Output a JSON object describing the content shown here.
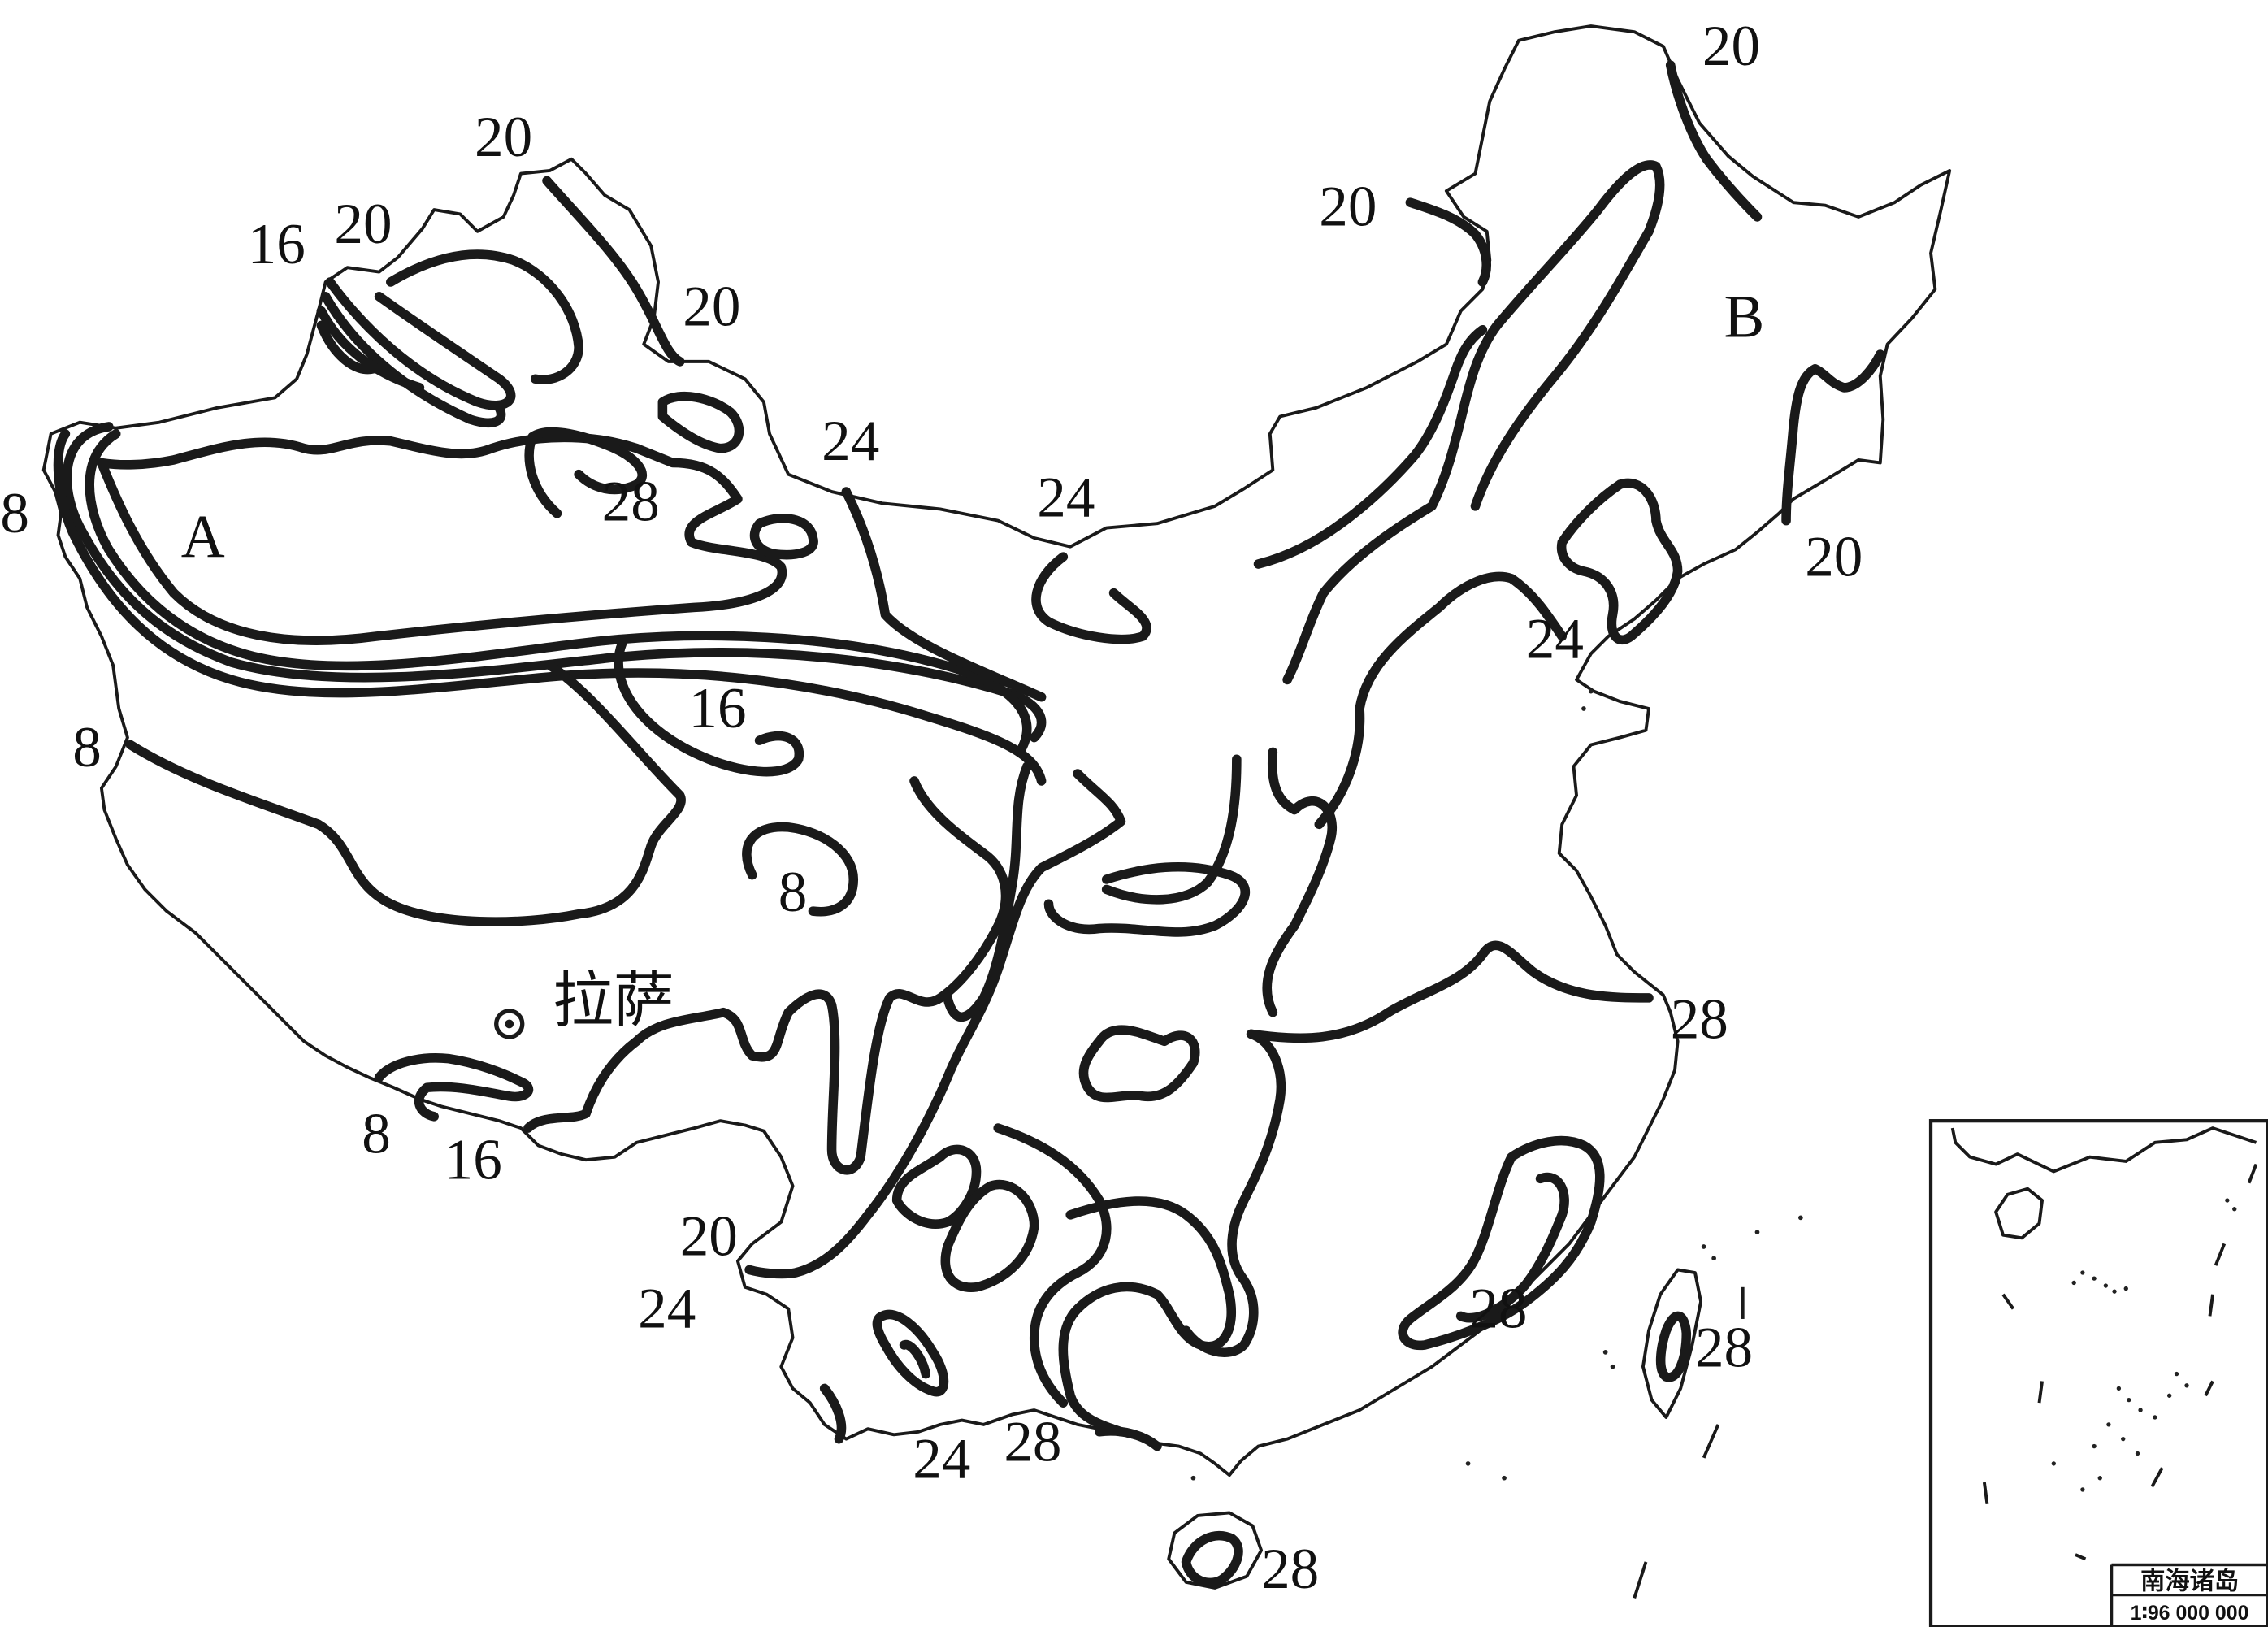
{
  "map": {
    "point_labels": {
      "A": "A",
      "B": "B"
    },
    "city": {
      "name": "拉萨"
    },
    "inset": {
      "title": "南海诸岛",
      "scale": "1∶96 000 000"
    },
    "contour_labels": [
      {
        "id": "c1",
        "text": "20"
      },
      {
        "id": "c2",
        "text": "20"
      },
      {
        "id": "c3",
        "text": "16"
      },
      {
        "id": "c4",
        "text": "20"
      },
      {
        "id": "c5",
        "text": "24"
      },
      {
        "id": "c6",
        "text": "24"
      },
      {
        "id": "c7",
        "text": "28"
      },
      {
        "id": "c8",
        "text": "8"
      },
      {
        "id": "c9",
        "text": "8"
      },
      {
        "id": "c10",
        "text": "16"
      },
      {
        "id": "c11",
        "text": "8"
      },
      {
        "id": "c12",
        "text": "8"
      },
      {
        "id": "c13",
        "text": "16"
      },
      {
        "id": "c14",
        "text": "20"
      },
      {
        "id": "c15",
        "text": "24"
      },
      {
        "id": "c16",
        "text": "24"
      },
      {
        "id": "c17",
        "text": "28"
      },
      {
        "id": "c18",
        "text": "28"
      },
      {
        "id": "c19",
        "text": "28"
      },
      {
        "id": "c20",
        "text": "28"
      },
      {
        "id": "c21",
        "text": "28"
      },
      {
        "id": "c22",
        "text": "24"
      },
      {
        "id": "c23",
        "text": "20"
      },
      {
        "id": "c24",
        "text": "20"
      },
      {
        "id": "c25",
        "text": "20"
      }
    ]
  }
}
